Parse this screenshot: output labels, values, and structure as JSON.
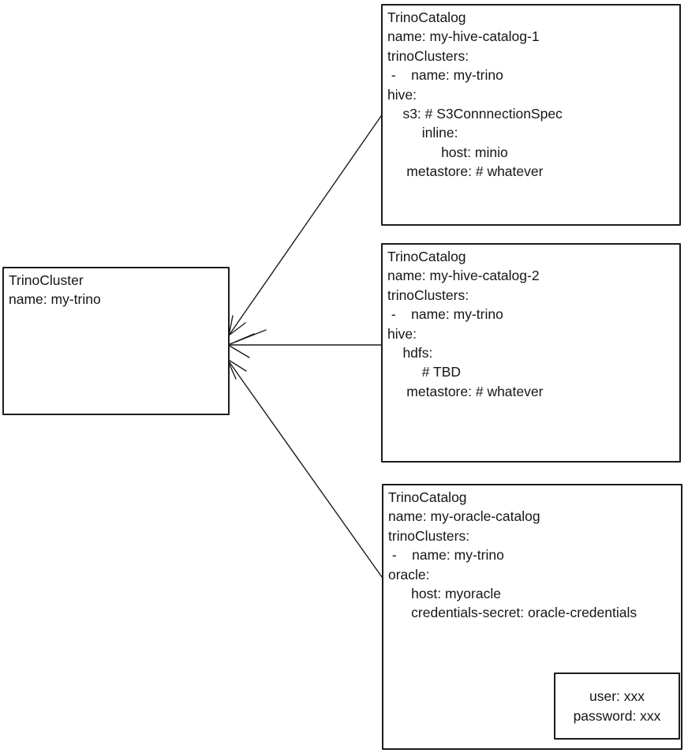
{
  "diagram": {
    "background": "#ffffff",
    "ink": "#1c1c1c"
  },
  "cluster_box": {
    "lines": [
      "TrinoCluster",
      "name: my-trino"
    ]
  },
  "catalog1_box": {
    "lines": [
      "TrinoCatalog",
      "name: my-hive-catalog-1",
      "trinoClusters:",
      " -    name: my-trino",
      "hive:",
      "    s3: # S3ConnnectionSpec",
      "         inline:",
      "              host: minio",
      "     metastore: # whatever"
    ]
  },
  "catalog2_box": {
    "lines": [
      "TrinoCatalog",
      "name: my-hive-catalog-2",
      "trinoClusters:",
      " -    name: my-trino",
      "hive:",
      "    hdfs:",
      "         # TBD",
      "     metastore: # whatever"
    ]
  },
  "catalog3_box": {
    "lines": [
      "TrinoCatalog",
      "name: my-oracle-catalog",
      "trinoClusters:",
      " -    name: my-trino",
      "oracle:",
      "      host: myoracle",
      "      credentials-secret: oracle-credentials"
    ]
  },
  "secret_box": {
    "lines": [
      "user: xxx",
      "password: xxx"
    ]
  },
  "connections": [
    {
      "from": "TrinoCatalog my-hive-catalog-1",
      "to": "TrinoCluster my-trino"
    },
    {
      "from": "TrinoCatalog my-hive-catalog-2",
      "to": "TrinoCluster my-trino"
    },
    {
      "from": "TrinoCatalog my-oracle-catalog",
      "to": "TrinoCluster my-trino"
    },
    {
      "from": "credentials-secret: oracle-credentials",
      "to": "secret box user/password"
    }
  ]
}
